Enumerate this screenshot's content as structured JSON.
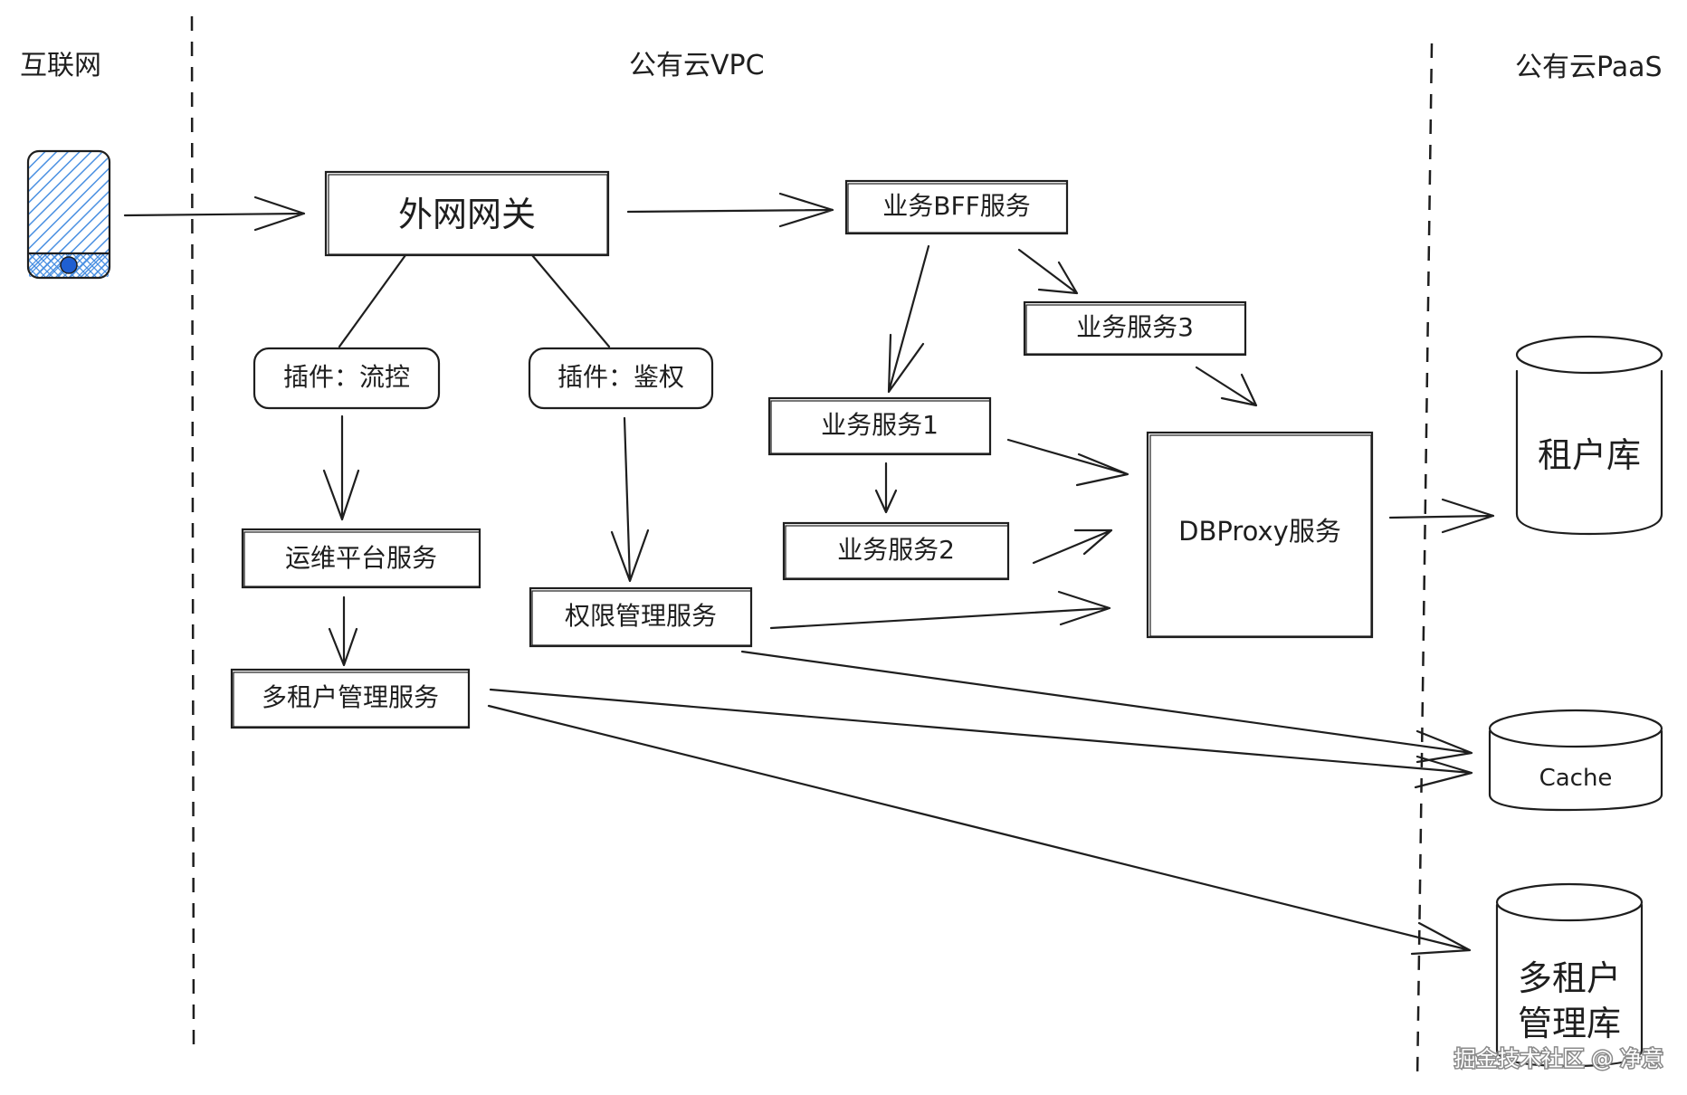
{
  "zones": {
    "internet": "互联网",
    "vpc": "公有云VPC",
    "paas": "公有云PaaS"
  },
  "nodes": {
    "gateway": "外网网关",
    "plugin_flow": "插件：流控",
    "plugin_auth": "插件：鉴权",
    "ops_platform": "运维平台服务",
    "multi_tenant_mgmt": "多租户管理服务",
    "permission_mgmt": "权限管理服务",
    "bff": "业务BFF服务",
    "service3": "业务服务3",
    "service1": "业务服务1",
    "service2": "业务服务2",
    "dbproxy": "DBProxy服务"
  },
  "stores": {
    "tenant_db": "租户库",
    "cache": "Cache",
    "multi_tenant_db_line1": "多租户",
    "multi_tenant_db_line2": "管理库"
  },
  "watermark": "掘金技术社区 @ 净意",
  "icons": {
    "client": "mobile-phone-icon"
  },
  "colors": {
    "stroke": "#1e1e1e",
    "phone_fill": "#4a90e2",
    "phone_dot": "#1f5fd1"
  }
}
